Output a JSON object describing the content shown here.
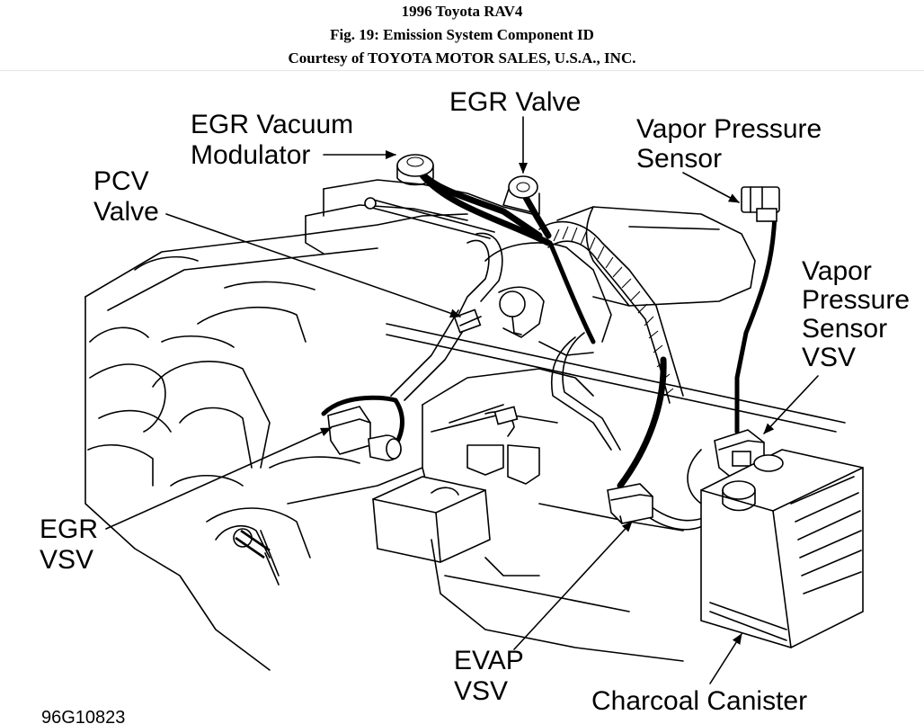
{
  "header": {
    "line1": "1996 Toyota RAV4",
    "line2": "Fig. 19: Emission System Component ID",
    "line3": "Courtesy of TOYOTA MOTOR SALES, U.S.A., INC."
  },
  "labels": {
    "egr_vacuum_modulator": [
      "EGR Vacuum",
      "Modulator"
    ],
    "egr_valve": "EGR Valve",
    "vapor_pressure_sensor": [
      "Vapor Pressure",
      "Sensor"
    ],
    "pcv_valve": [
      "PCV",
      "Valve"
    ],
    "vapor_pressure_sensor_vsv": [
      "Vapor",
      "Pressure",
      "Sensor",
      "VSV"
    ],
    "egr_vsv": [
      "EGR",
      "VSV"
    ],
    "evap_vsv": [
      "EVAP",
      "VSV"
    ],
    "charcoal_canister": "Charcoal Canister"
  },
  "figure_code": "96G10823"
}
